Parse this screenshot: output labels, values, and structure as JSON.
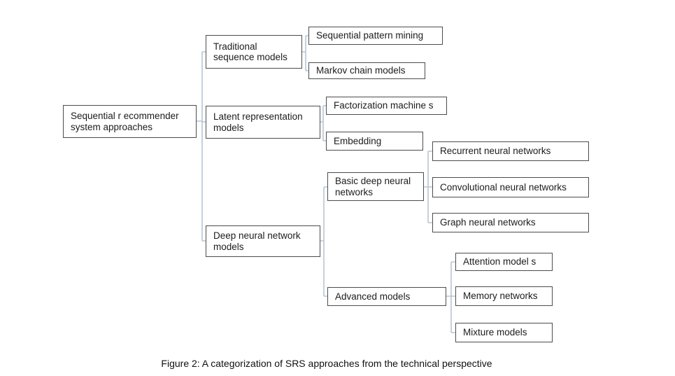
{
  "figure": {
    "caption": "Figure 2: A categorization of SRS approaches from the technical perspective"
  },
  "tree": {
    "label": "Sequential r ecommender\nsystem approaches",
    "children": [
      {
        "label": "Traditional\nsequence models",
        "children": [
          {
            "label": "Sequential pattern mining"
          },
          {
            "label": "Markov chain models"
          }
        ]
      },
      {
        "label": "Latent representation\nmodels",
        "children": [
          {
            "label": "Factorization machine s"
          },
          {
            "label": "Embedding"
          }
        ]
      },
      {
        "label": "Deep neural network\nmodels",
        "children": [
          {
            "label": "Basic deep neural\nnetworks",
            "children": [
              {
                "label": "Recurrent neural networks"
              },
              {
                "label": "Convolutional neural networks"
              },
              {
                "label": "Graph neural networks"
              }
            ]
          },
          {
            "label": "Advanced models",
            "children": [
              {
                "label": "Attention model s"
              },
              {
                "label": "Memory networks"
              },
              {
                "label": "Mixture models"
              }
            ]
          }
        ]
      }
    ]
  },
  "colors": {
    "background": "#ffffff",
    "box_border": "#4c4c4c",
    "box_fill": "#ffffff",
    "connector_line": "#b5c6d6",
    "text": "#1c1c1c"
  }
}
